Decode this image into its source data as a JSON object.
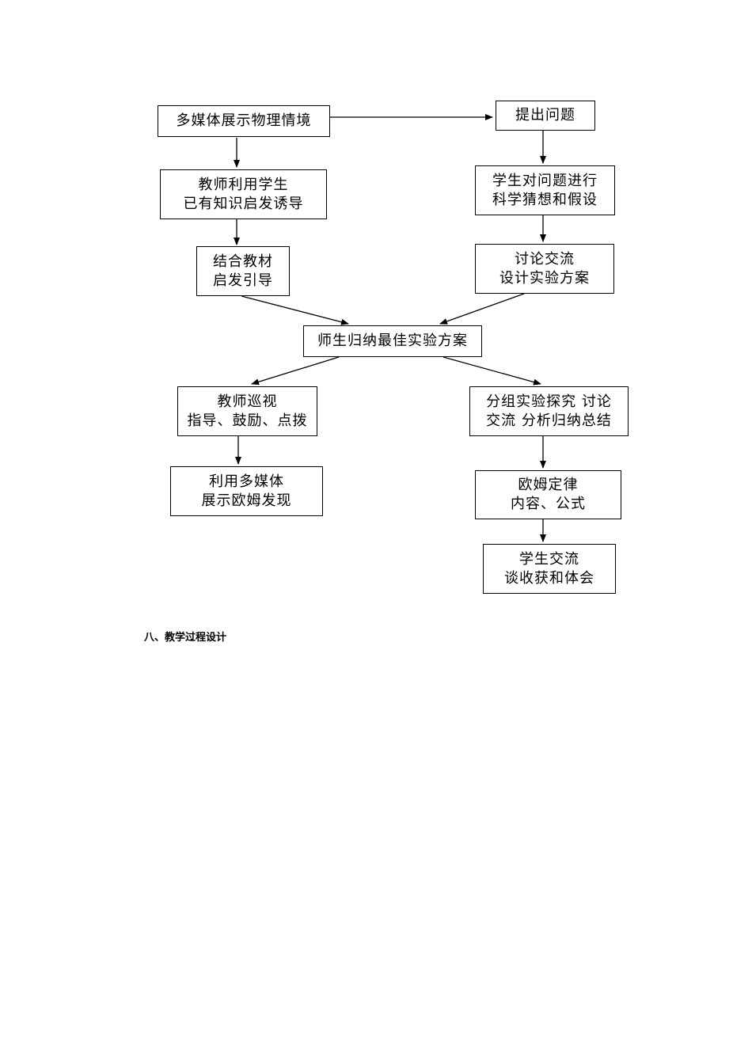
{
  "flowchart": {
    "nodes": {
      "multimedia": {
        "lines": [
          "多媒体展示物理情境"
        ]
      },
      "question": {
        "lines": [
          "提出问题"
        ]
      },
      "teacher_guide": {
        "lines": [
          "教师利用学生",
          "已有知识启发诱导"
        ]
      },
      "student_guess": {
        "lines": [
          "学生对问题进行",
          "科学猜想和假设"
        ]
      },
      "textbook": {
        "lines": [
          "结合教材",
          "启发引导"
        ]
      },
      "discuss_design": {
        "lines": [
          "讨论交流",
          "设计实验方案"
        ]
      },
      "best_plan": {
        "lines": [
          "师生归纳最佳实验方案"
        ]
      },
      "teacher_patrol": {
        "lines": [
          "教师巡视",
          "指导、鼓励、点拨"
        ]
      },
      "group_experiment": {
        "lines": [
          "分组实验探究 讨论",
          "交流 分析归纳总结"
        ]
      },
      "show_ohm": {
        "lines": [
          "利用多媒体",
          "展示欧姆发现"
        ]
      },
      "ohm_law": {
        "lines": [
          "欧姆定律",
          "内容、公式"
        ]
      },
      "student_share": {
        "lines": [
          "学生交流",
          "谈收获和体会"
        ]
      }
    }
  },
  "section_heading": "八、教学过程设计"
}
